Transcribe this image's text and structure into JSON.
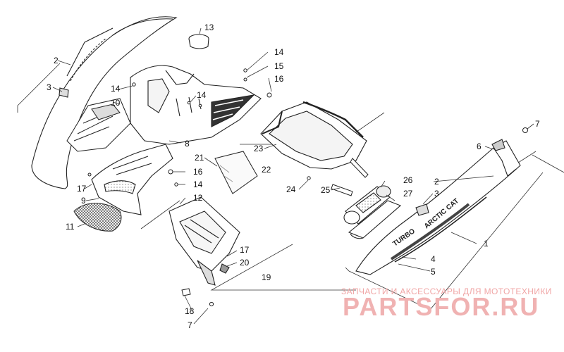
{
  "watermark": {
    "tagline": "ЗАПЧАСТИ И АКСЕССУАРЫ ДЛЯ МОТОТЕХНИКИ",
    "brand": "PARTSFOR.RU"
  },
  "decals": {
    "turbo": "TURBO",
    "arctic": "ARCTIC CAT"
  },
  "callouts": [
    {
      "id": "c1",
      "label": "1"
    },
    {
      "id": "c2a",
      "label": "2"
    },
    {
      "id": "c2b",
      "label": "2"
    },
    {
      "id": "c3a",
      "label": "3"
    },
    {
      "id": "c3b",
      "label": "3"
    },
    {
      "id": "c4",
      "label": "4"
    },
    {
      "id": "c5",
      "label": "5"
    },
    {
      "id": "c6",
      "label": "6"
    },
    {
      "id": "c7a",
      "label": "7"
    },
    {
      "id": "c7b",
      "label": "7"
    },
    {
      "id": "c8",
      "label": "8"
    },
    {
      "id": "c9",
      "label": "9"
    },
    {
      "id": "c10",
      "label": "10"
    },
    {
      "id": "c11",
      "label": "11"
    },
    {
      "id": "c12",
      "label": "12"
    },
    {
      "id": "c13",
      "label": "13"
    },
    {
      "id": "c14a",
      "label": "14"
    },
    {
      "id": "c14b",
      "label": "14"
    },
    {
      "id": "c14c",
      "label": "14"
    },
    {
      "id": "c14d",
      "label": "14"
    },
    {
      "id": "c15",
      "label": "15"
    },
    {
      "id": "c16a",
      "label": "16"
    },
    {
      "id": "c16b",
      "label": "16"
    },
    {
      "id": "c17a",
      "label": "17"
    },
    {
      "id": "c17b",
      "label": "17"
    },
    {
      "id": "c18",
      "label": "18"
    },
    {
      "id": "c19",
      "label": "19"
    },
    {
      "id": "c20",
      "label": "20"
    },
    {
      "id": "c21",
      "label": "21"
    },
    {
      "id": "c22",
      "label": "22"
    },
    {
      "id": "c23",
      "label": "23"
    },
    {
      "id": "c24",
      "label": "24"
    },
    {
      "id": "c25",
      "label": "25"
    },
    {
      "id": "c26",
      "label": "26"
    },
    {
      "id": "c27",
      "label": "27"
    }
  ]
}
